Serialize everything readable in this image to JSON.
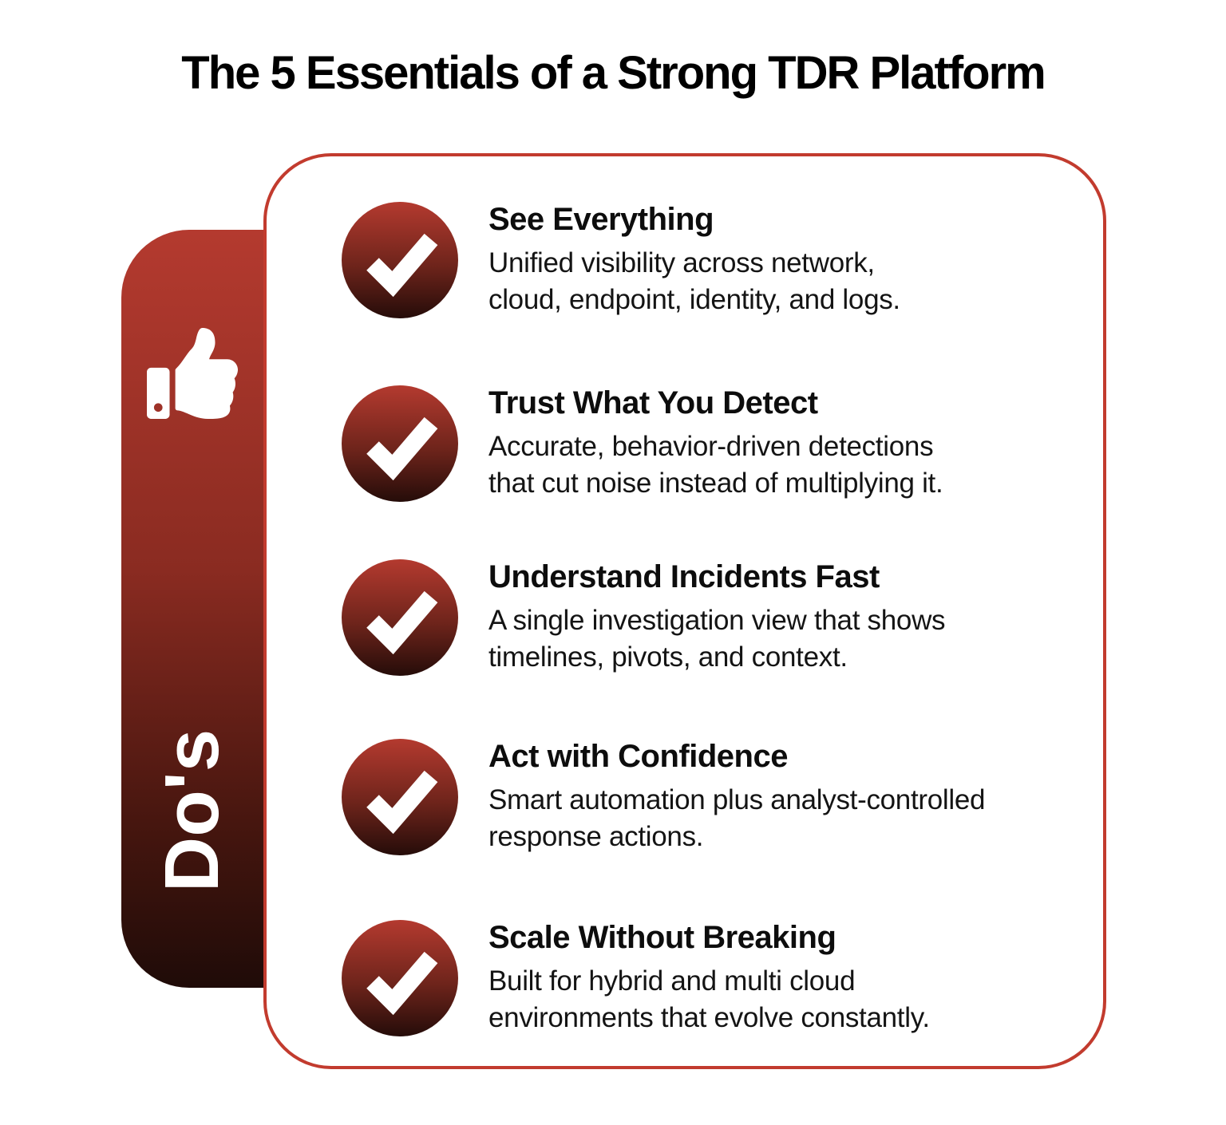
{
  "title": "The 5 Essentials of a Strong TDR Platform",
  "sidebar": {
    "label": "Do's",
    "icon": "thumbs-up-icon"
  },
  "items": [
    {
      "heading": "See Everything",
      "desc_lines": [
        "Unified visibility across network,",
        "cloud, endpoint, identity, and logs."
      ]
    },
    {
      "heading": "Trust What You Detect",
      "desc_lines": [
        "Accurate, behavior-driven detections",
        "that cut noise instead of multiplying it."
      ]
    },
    {
      "heading": "Understand Incidents Fast",
      "desc_lines": [
        "A single investigation view that shows",
        "timelines, pivots, and context."
      ]
    },
    {
      "heading": "Act with Confidence",
      "desc_lines": [
        "Smart automation plus analyst-controlled",
        "response actions."
      ]
    },
    {
      "heading": "Scale Without Breaking",
      "desc_lines": [
        "Built for hybrid and multi cloud",
        "environments that evolve constantly."
      ]
    }
  ],
  "colors": {
    "card_border_red": "#c23b2e",
    "gradient_top_red": "#b43a2f",
    "gradient_bottom_dark": "#1f0b08",
    "icon_white": "#ffffff",
    "text_black": "#0d0d0d"
  }
}
